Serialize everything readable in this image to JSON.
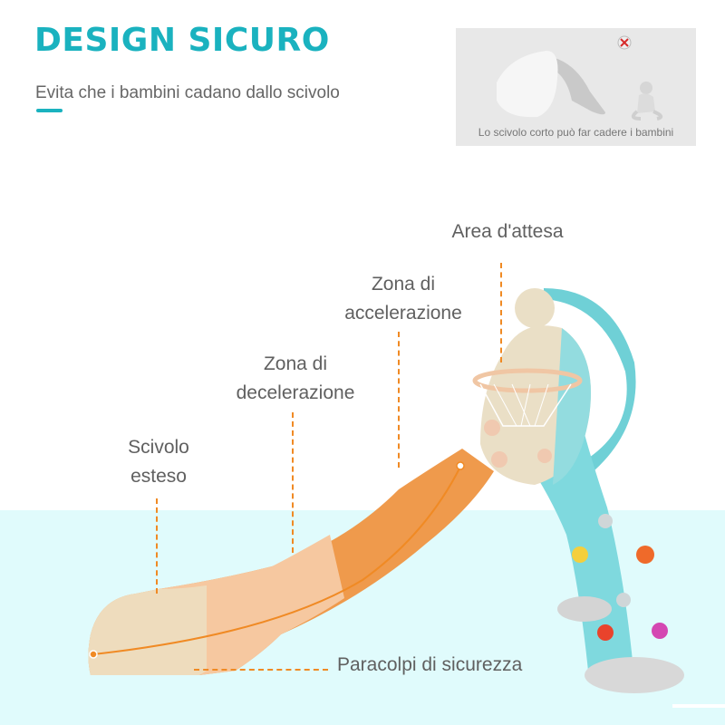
{
  "header": {
    "title": "DESIGN SICURO",
    "subtitle": "Evita che i bambini cadano dallo scivolo",
    "accent_color": "#1ab2bf"
  },
  "inset": {
    "caption": "Lo scivolo corto può far cadere i bambini",
    "icon": "red-x-forbidden-icon"
  },
  "labels": {
    "area_attesa": "Area d'attesa",
    "zona_accelerazione_1": "Zona di",
    "zona_accelerazione_2": "accelerazione",
    "zona_decelerazione_1": "Zona di",
    "zona_decelerazione_2": "decelerazione",
    "scivolo_esteso_1": "Scivolo",
    "scivolo_esteso_2": "esteso",
    "paracolpi": "Paracolpi di sicurezza"
  },
  "colors": {
    "slide_orange": "#ef9a4c",
    "slide_light": "#f6c8a0",
    "slide_beige": "#eedcbd",
    "frame_teal": "#7fd9de",
    "floor": "#e0fbfc",
    "callout_line": "#f08a24",
    "text": "#606060"
  }
}
